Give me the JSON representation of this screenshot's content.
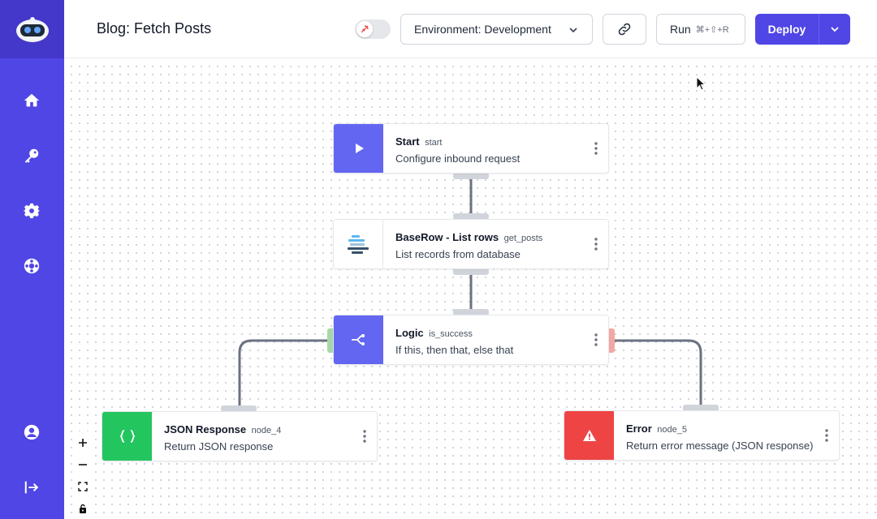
{
  "header": {
    "title": "Blog: Fetch Posts",
    "environment_label": "Environment: Development",
    "run_label": "Run",
    "run_shortcut": "⌘+⇧+R",
    "deploy_label": "Deploy"
  },
  "sidebar": {
    "items": [
      {
        "icon": "home-icon"
      },
      {
        "icon": "key-icon"
      },
      {
        "icon": "gear-icon"
      },
      {
        "icon": "support-icon"
      },
      {
        "icon": "user-icon"
      },
      {
        "icon": "logout-icon"
      }
    ]
  },
  "nodes": {
    "start": {
      "name": "Start",
      "slug": "start",
      "desc": "Configure inbound request",
      "color": "#6366f1"
    },
    "baserow": {
      "name": "BaseRow - List rows",
      "slug": "get_posts",
      "desc": "List records from database"
    },
    "logic": {
      "name": "Logic",
      "slug": "is_success",
      "desc": "If this, then that, else that",
      "color": "#6366f1"
    },
    "json": {
      "name": "JSON Response",
      "slug": "node_4",
      "desc": "Return JSON response",
      "color": "#22c55e"
    },
    "error": {
      "name": "Error",
      "slug": "node_5",
      "desc": "Return error message (JSON response)",
      "color": "#ef4444"
    }
  },
  "zoom_controls": [
    "zoom-in-icon",
    "zoom-out-icon",
    "fit-view-icon",
    "lock-icon"
  ],
  "colors": {
    "brand": "#4f46e5",
    "sidebar": "#5046e5",
    "success": "#22c55e",
    "error": "#ef4444"
  }
}
